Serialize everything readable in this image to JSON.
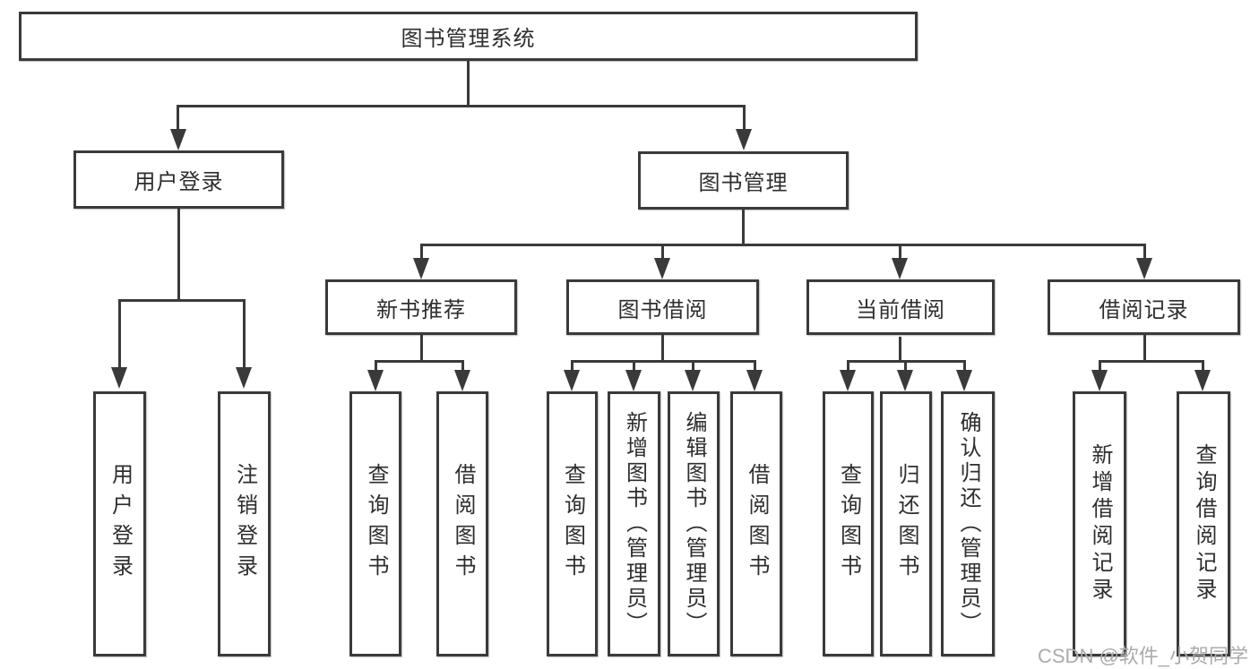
{
  "diagram": {
    "title": "图书管理系统",
    "level2": {
      "user_login": "用户登录",
      "book_management": "图书管理"
    },
    "level3": {
      "new_book_recommend": "新书推荐",
      "book_borrow": "图书借阅",
      "current_borrow": "当前借阅",
      "borrow_records": "借阅记录"
    },
    "leaves": {
      "user_login": "用户登录",
      "logout": "注销登录",
      "nb_query_books": "查询图书",
      "nb_borrow_books": "借阅图书",
      "bb_query_books": "查询图书",
      "bb_add_books": "新增图书（管理员）",
      "bb_edit_books": "编辑图书（管理员）",
      "bb_borrow_books": "借阅图书",
      "cb_query_books": "查询图书",
      "cb_return_books": "归还图书",
      "cb_confirm_return": "确认归还（管理员）",
      "br_add_record": "新增借阅记录",
      "br_query_record": "查询借阅记录"
    },
    "watermark": "CSDN @软件_小贺同学",
    "colors": {
      "line": "#3a3a3a",
      "text": "#2e2e2e",
      "watermark": "#ababab",
      "background": "#ffffff"
    }
  }
}
